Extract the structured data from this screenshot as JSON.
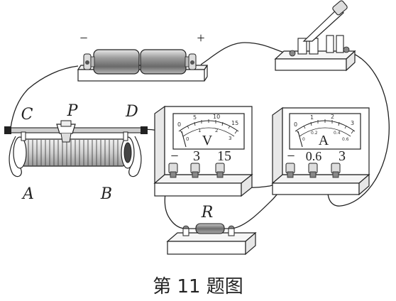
{
  "battery": {
    "minus": "−",
    "plus": "+"
  },
  "rheostat": {
    "C": "C",
    "P": "P",
    "D": "D",
    "A": "A",
    "B": "B"
  },
  "voltmeter": {
    "symbol": "V",
    "terminals": [
      "−",
      "3",
      "15"
    ],
    "scale_top": [
      "0",
      "5",
      "10",
      "15"
    ],
    "scale_bottom": [
      "0",
      "1",
      "2",
      "3"
    ]
  },
  "ammeter": {
    "symbol": "A",
    "terminals": [
      "−",
      "0.6",
      "3"
    ],
    "scale_top": [
      "0",
      "1",
      "2",
      "3"
    ],
    "scale_bottom": [
      "0",
      "0.2",
      "0.4",
      "0.6"
    ]
  },
  "resistor": {
    "label": "R"
  },
  "caption": "第 11 题图"
}
